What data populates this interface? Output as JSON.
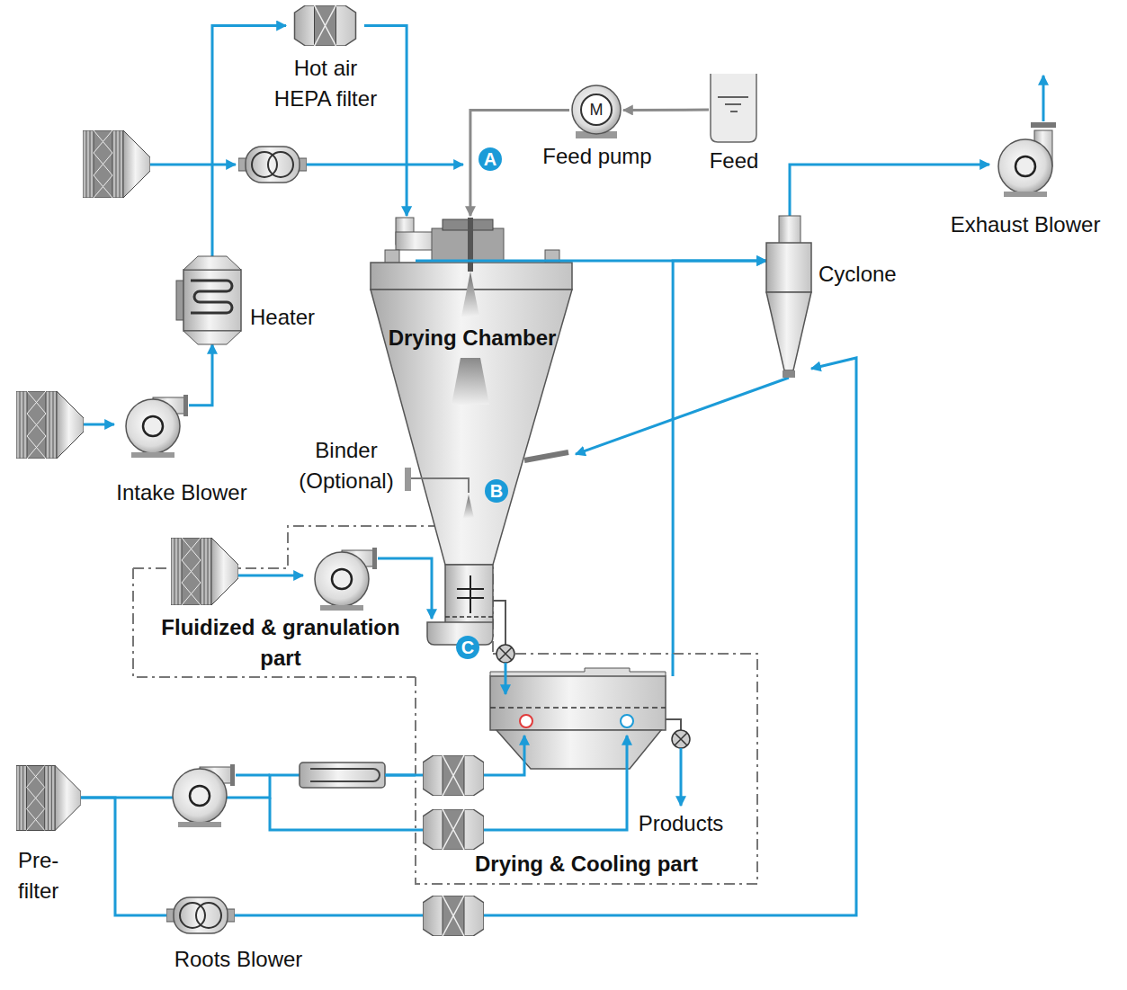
{
  "diagram": {
    "nodes": [
      {
        "text": [
          "Hot air HEPA filter"
        ]
      },
      {
        "text": [
          "Feed pump"
        ]
      },
      {
        "text": [
          "Feed"
        ]
      },
      {
        "text": [
          "Exhaust Blower"
        ]
      },
      {
        "text": [
          "Cyclone"
        ]
      },
      {
        "text": [
          "Heater"
        ]
      },
      {
        "text": [
          "Drying Chamber"
        ]
      },
      {
        "text": [
          "Intake Blower"
        ]
      },
      {
        "text": [
          "Fluidized & granulation part"
        ]
      },
      {
        "text": [
          "Drying & Cooling part"
        ]
      },
      {
        "text": [
          "Pre- filter"
        ]
      },
      {
        "text": [
          "Roots Blower"
        ]
      }
    ],
    "edges": [
      {
        "from": 7,
        "to": 5,
        "arrow": "to"
      },
      {
        "from": 5,
        "to": 0,
        "arrow": "to"
      },
      {
        "from": 0,
        "to": 6,
        "arrow": "to"
      },
      {
        "from": 2,
        "to": 1,
        "arrow": "to"
      },
      {
        "from": 1,
        "to": 6,
        "arrow": "to"
      },
      {
        "from": 6,
        "to": 4,
        "arrow": "to"
      },
      {
        "from": 4,
        "to": 3,
        "arrow": "to"
      },
      {
        "from": 4,
        "to": 6,
        "arrow": "to"
      },
      {
        "from": 9,
        "to": 4,
        "arrow": "to"
      },
      {
        "from": 11,
        "to": 4,
        "arrow": "to"
      },
      {
        "from": 10,
        "to": 11,
        "arrow": "none"
      },
      {
        "from": 10,
        "to": 9,
        "arrow": "none"
      }
    ],
    "labels": [
      "A",
      "M",
      "B",
      "Binder (Optional)",
      "C",
      "Products"
    ]
  }
}
